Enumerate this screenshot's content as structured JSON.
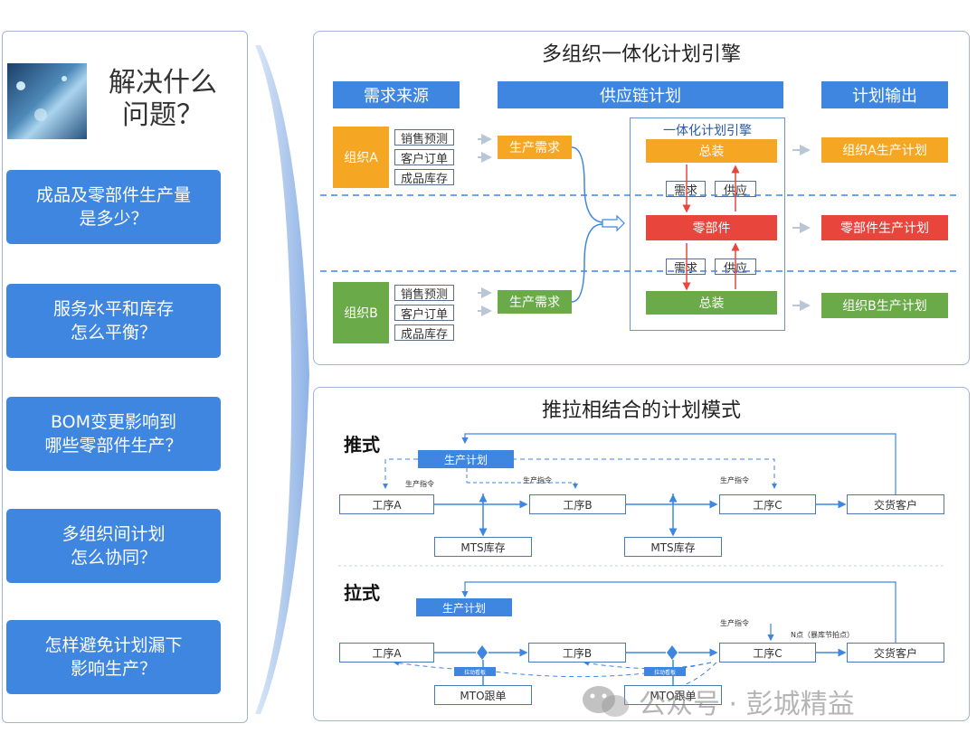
{
  "left": {
    "title": "解决什么\n问题？",
    "questions": [
      "成品及零部件生产量\n是多少？",
      "服务水平和库存\n怎么平衡？",
      "BOM变更影响到\n哪些零部件生产？",
      "多组织间计划\n怎么协同？",
      "怎样避免计划漏下\n影响生产？"
    ]
  },
  "top_panel": {
    "title": "多组织一体化计划引擎",
    "headers": [
      "需求来源",
      "供应链计划",
      "计划输出"
    ],
    "org_a": "组织A",
    "org_b": "组织B",
    "sources": [
      "销售预测",
      "客户订单",
      "成品库存"
    ],
    "demand": "生产需求",
    "engine_title": "一体化计划引擎",
    "assembly": "总装",
    "parts": "零部件",
    "need": "需求",
    "supply": "供应",
    "out_a": "组织A生产计划",
    "out_parts": "零部件生产计划",
    "out_b": "组织B生产计划",
    "colors": {
      "blue": "#3e86e0",
      "orange": "#f5a623",
      "green": "#6aaa48",
      "red": "#e8453c"
    }
  },
  "bottom_panel": {
    "title": "推拉相结合的计划模式",
    "push_label": "推式",
    "pull_label": "拉式",
    "plan": "生产计划",
    "proc_a": "工序A",
    "proc_b": "工序B",
    "proc_c": "工序C",
    "customer": "交货客户",
    "mts": "MTS库存",
    "mto": "MTO跟单",
    "order_label": "生产指令",
    "node_label": "N点（暴库节拍点）",
    "tiny_tag": "拉动看板"
  },
  "watermark": "公众号 · 彭城精益"
}
